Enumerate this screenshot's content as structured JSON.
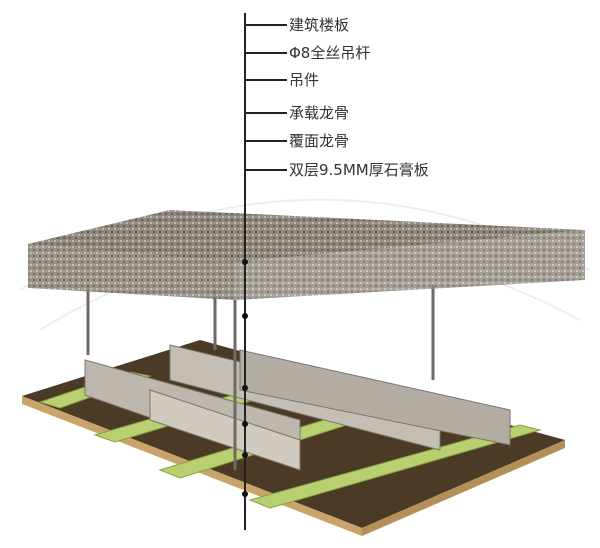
{
  "labels": [
    {
      "text": "建筑楼板"
    },
    {
      "text": "Φ8全丝吊杆"
    },
    {
      "text": "吊件"
    },
    {
      "text": "承载龙骨"
    },
    {
      "text": "覆面龙骨"
    },
    {
      "text": "双层9.5MM厚石膏板"
    }
  ],
  "colors": {
    "slab": "#8f877c",
    "board": "#4a3a26",
    "board_edge": "#c9a36a",
    "stud": "#b8d070",
    "keel": "#b8b2aa",
    "hanger": "#6f6a66"
  }
}
